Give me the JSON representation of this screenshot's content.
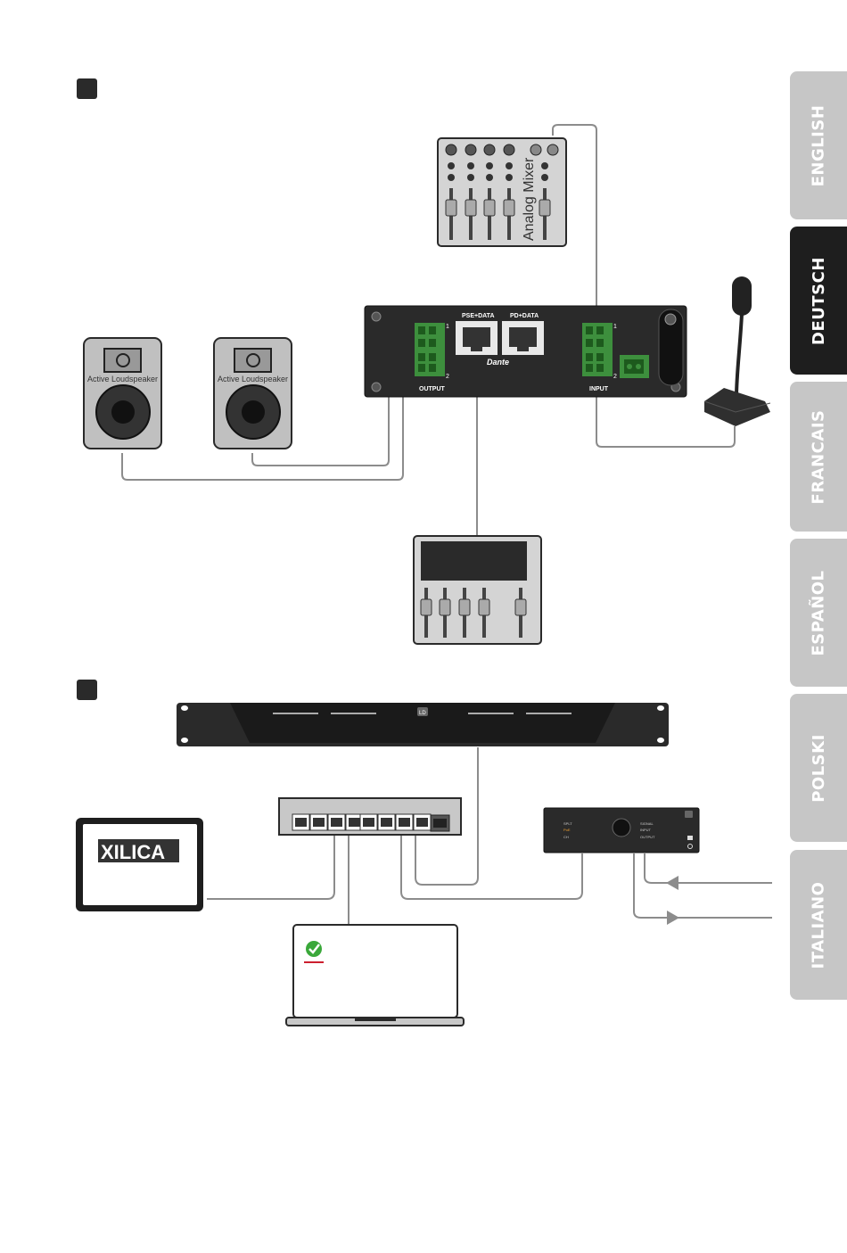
{
  "sidebar": {
    "tabs": [
      {
        "label": "ENGLISH",
        "active": false
      },
      {
        "label": "DEUTSCH",
        "active": true
      },
      {
        "label": "FRANCAIS",
        "active": false
      },
      {
        "label": "ESPAÑOL",
        "active": false
      },
      {
        "label": "POLSKI",
        "active": false
      },
      {
        "label": "ITALIANO",
        "active": false
      }
    ]
  },
  "diagram1": {
    "mixer_label": "Analog Mixer",
    "speaker1_label": "Active Loudspeaker",
    "speaker2_label": "Active Loudspeaker",
    "port1_label": "PSE+DATA",
    "port2_label": "PD+DATA",
    "dante_logo": "Dante",
    "output_label": "OUTPUT",
    "input_label": "INPUT",
    "ch1": "1",
    "ch2": "2"
  },
  "diagram2": {
    "tablet_logo": "XILICA",
    "rack_badge": "LD",
    "front_panel": {
      "row1": "SPLT",
      "row2": "PoE",
      "row3": "CH",
      "right1": "SIGNAL",
      "right2": "INPUT",
      "right3": "OUTPUT"
    }
  },
  "colors": {
    "tab_inactive": "#c6c6c6",
    "tab_active": "#1e1e1e",
    "device_dark": "#2a2a2a",
    "terminal_green": "#3d8f3d",
    "cable": "#8c8c8c"
  }
}
